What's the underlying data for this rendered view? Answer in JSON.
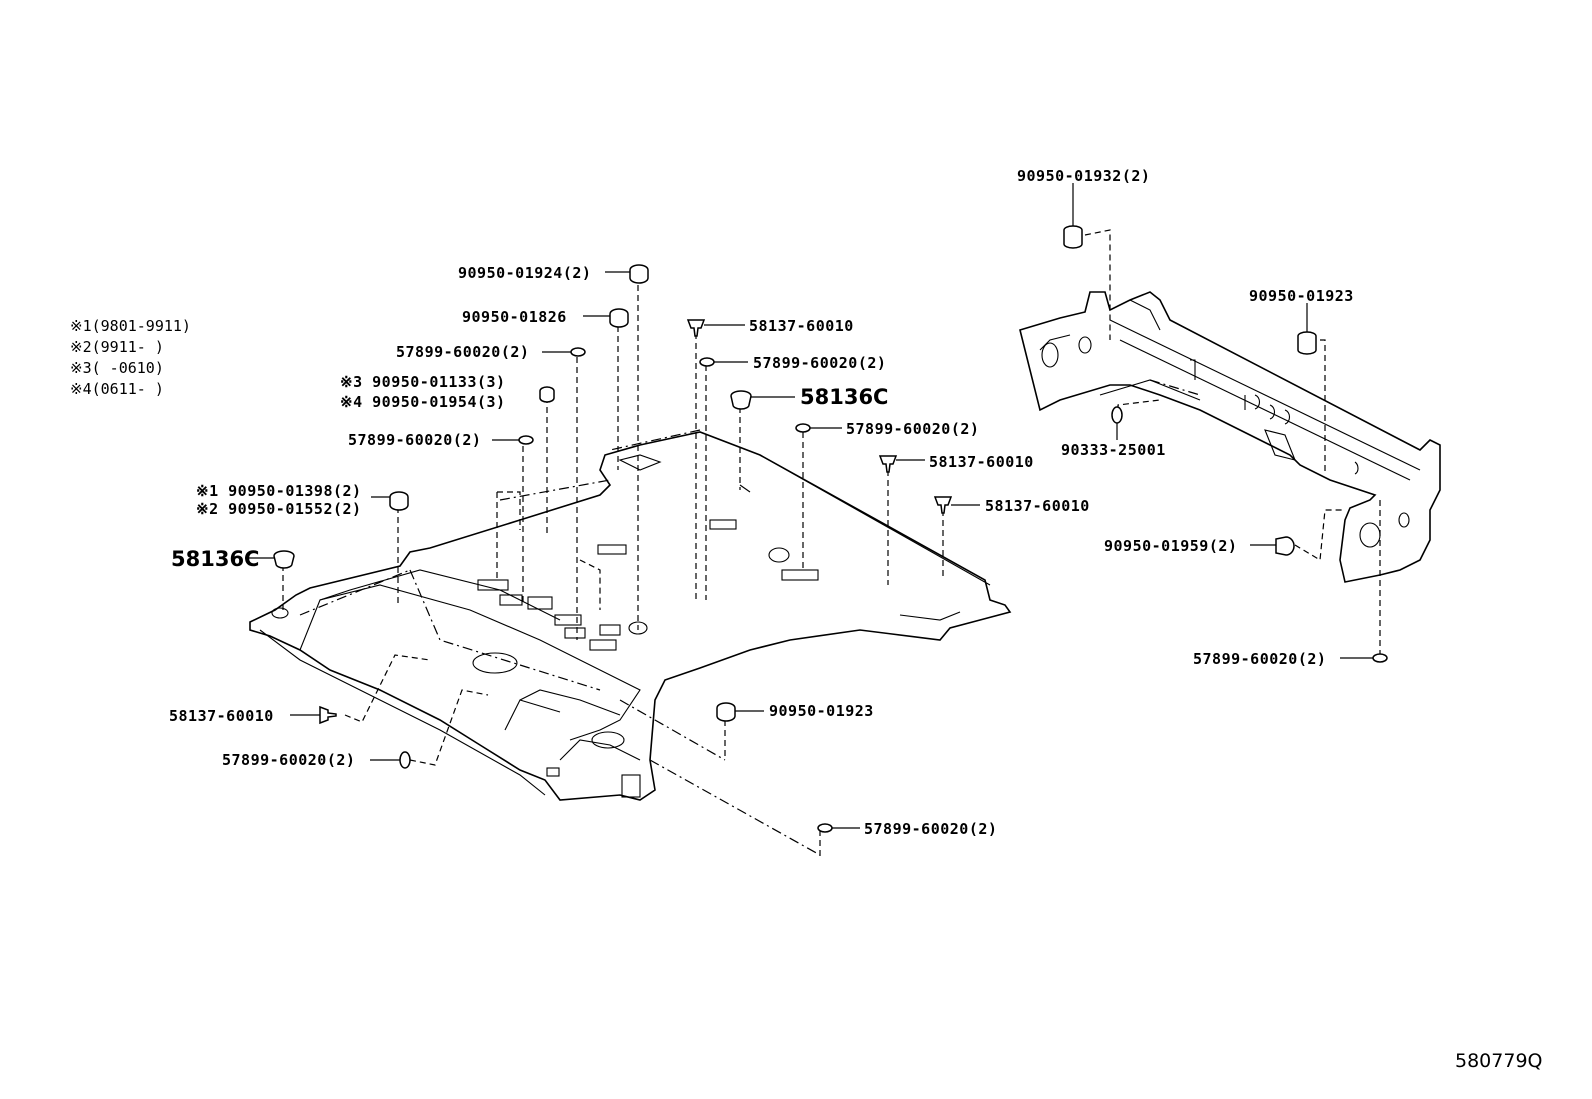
{
  "legend": {
    "line1": "※1(9801-9911)",
    "line2": "※2(9911-      )",
    "line3": "※3(      -0610)",
    "line4": "※4(0611-      )"
  },
  "labels": {
    "p90950_01924": "90950-01924(2)",
    "p90950_01826": "90950-01826",
    "p57899_a": "57899-60020(2)",
    "p90950_01133": "※3 90950-01133(3)",
    "p90950_01954": "※4 90950-01954(3)",
    "p57899_b": "57899-60020(2)",
    "p90950_01398": "※1 90950-01398(2)",
    "p90950_01552": "※2 90950-01552(2)",
    "p58136c_left": "58136C",
    "p58137_top": "58137-60010",
    "p57899_c": "57899-60020(2)",
    "p58136c_mid": "58136C",
    "p57899_d": "57899-60020(2)",
    "p58137_mid1": "58137-60010",
    "p58137_mid2": "58137-60010",
    "p58137_left": "58137-60010",
    "p57899_e": "57899-60020(2)",
    "p90950_01923_bottom": "90950-01923",
    "p57899_f": "57899-60020(2)",
    "p90950_01932": "90950-01932(2)",
    "p90950_01923_right": "90950-01923",
    "p90333_25001": "90333-25001",
    "p90950_01959": "90950-01959(2)",
    "p57899_g": "57899-60020(2)"
  },
  "reference_code": "580779Q"
}
